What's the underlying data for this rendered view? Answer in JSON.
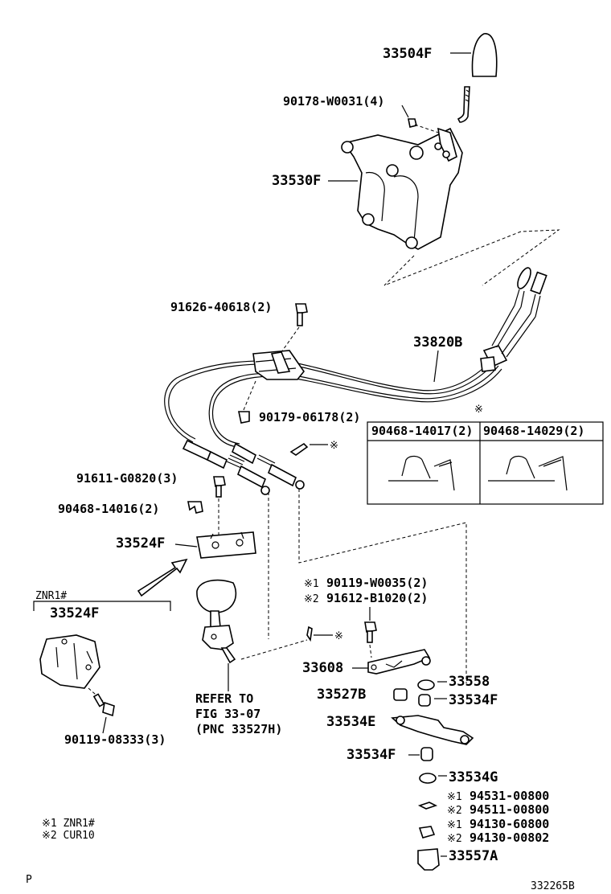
{
  "labels": {
    "knob": "33504F",
    "nut_4": "90178-W0031(4)",
    "shift_lever": "33530F",
    "bolt_2": "91626-40618(2)",
    "cable": "33820B",
    "clip_top": "90179-06178(2)",
    "clip_box_mark": "※",
    "clip_box_left": "90468-14017(2)",
    "clip_box_right": "90468-14029(2)",
    "bolt_3": "91611-G0820(3)",
    "clip_2": "90468-14016(2)",
    "bracket": "33524F",
    "znr_header": "ZNR1#",
    "znr_bracket": "33524F",
    "znr_bolt": "90119-08333(3)",
    "bolt_opt1": "90119-W0035(2)",
    "bolt_opt2": "91612-B1020(2)",
    "opt1_mark": "※1",
    "opt2_mark": "※2",
    "lever_arm": "33608",
    "bush_558": "33558",
    "bush_527": "33527B",
    "bush_534f_a": "33534F",
    "lever_534e": "33534E",
    "bush_534f_b": "33534F",
    "washer_534g": "33534G",
    "washer_opt1": "94531-00800",
    "washer_opt2": "94511-00800",
    "nut_opt1": "94130-60800",
    "nut_opt2": "94130-00802",
    "boot": "33557A",
    "refer_1": "REFER TO",
    "refer_2": "FIG 33-07",
    "refer_3": "(PNC 33527H)",
    "note_1": "※1 ZNR1#",
    "note_2": "※2 CUR10",
    "star_mark": "※",
    "corner_p": "P",
    "fig_no": "332265B"
  }
}
